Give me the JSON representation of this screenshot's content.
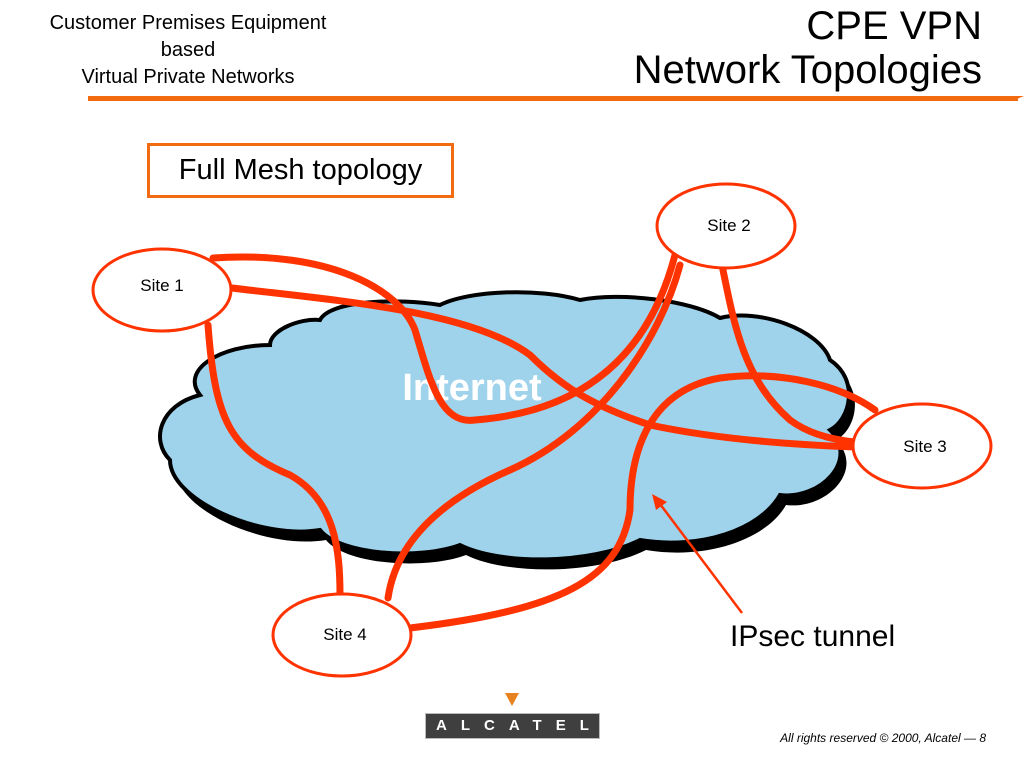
{
  "header": {
    "left_lines": [
      "Customer Premises Equipment",
      "based",
      "Virtual Private Networks"
    ],
    "title_lines": [
      "CPE VPN",
      "Network Topologies"
    ]
  },
  "topology_label": "Full Mesh topology",
  "cloud_label": "Internet",
  "sites": {
    "site1": "Site 1",
    "site2": "Site 2",
    "site3": "Site 3",
    "site4": "Site 4"
  },
  "tunnel_label": "IPsec tunnel",
  "logo_text": "ALCATEL",
  "footer": "All rights reserved © 2000, Alcatel — 8",
  "colors": {
    "accent": "#f26b10",
    "tunnel": "#ff3300",
    "cloud": "#9fd3ec",
    "cloud_outline": "#000000",
    "logo_bar": "#3f3f3f",
    "logo_triangle": "#e8821f"
  }
}
